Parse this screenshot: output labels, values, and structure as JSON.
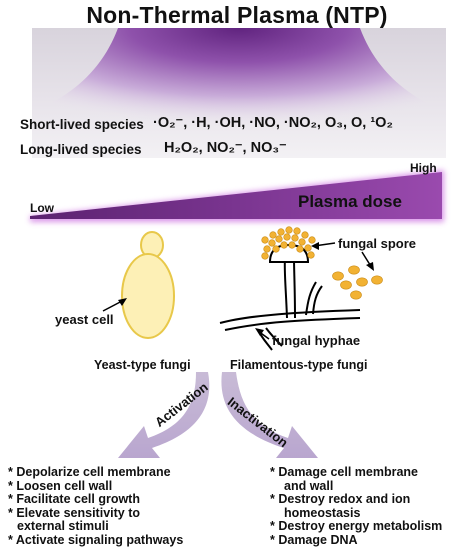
{
  "title": "Non-Thermal Plasma (NTP)",
  "species": {
    "short_label": "Short-lived species",
    "short_list": "·O₂⁻, ·H, ·OH, ·NO, ·NO₂, O₃, O, ¹O₂",
    "long_label": "Long-lived species",
    "long_list": "H₂O₂, NO₂⁻, NO₃⁻"
  },
  "dose": {
    "low": "Low",
    "high": "High",
    "label": "Plasma dose"
  },
  "yeast": {
    "cell_label": "yeast cell",
    "type_label": "Yeast-type fungi",
    "arrow_label": "Activation",
    "effects": [
      "* Depolarize cell membrane",
      "* Loosen cell wall",
      "* Facilitate cell growth",
      "* Elevate sensitivity to",
      "  external stimuli",
      "* Activate signaling pathways"
    ]
  },
  "filamentous": {
    "spore_label": "fungal spore",
    "hyphae_label": "fungal hyphae",
    "type_label": "Filamentous-type fungi",
    "arrow_label": "Inactivation",
    "effects": [
      "* Damage cell membrane",
      "  and wall",
      "* Destroy redox and ion",
      "  homeostasis",
      "* Destroy energy metabolism",
      "* Damage DNA"
    ]
  },
  "colors": {
    "purple": "#7b2d8e",
    "light_purple": "#c9b3da",
    "yeast_fill": "#fdf0b6",
    "yeast_stroke": "#e8c84a",
    "spore": "#f2b233"
  }
}
